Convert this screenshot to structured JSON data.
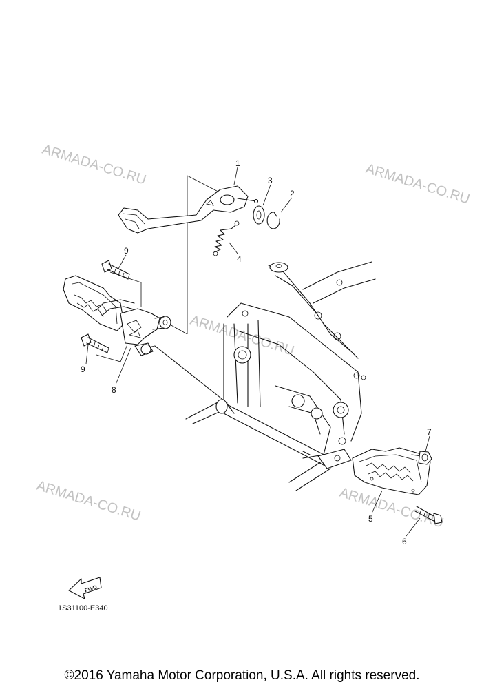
{
  "diagram": {
    "part_numbers": [
      "1",
      "2",
      "3",
      "4",
      "5",
      "6",
      "7",
      "8",
      "9",
      "9"
    ],
    "watermark": "ARMADA-CO.RU",
    "fwd_label": "FWD",
    "drawing_code": "1S31100-E340"
  },
  "footer": {
    "copyright": "©2016 Yamaha Motor Corporation, U.S.A. All rights reserved."
  }
}
